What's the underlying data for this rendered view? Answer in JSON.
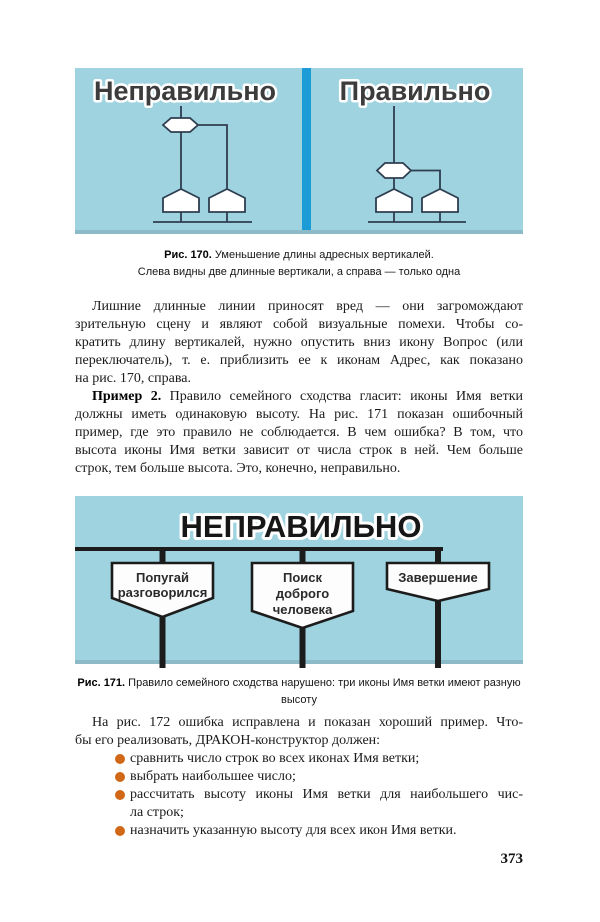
{
  "colors": {
    "panel_cyan": "#9ed3df",
    "divider_blue": "#1b9cd6",
    "strip": "#8cbac7",
    "fig170_line": "#2e3e50",
    "fig170_label": "#3c3c3c",
    "fig171_line": "#1c1c1c",
    "icon_text": "#2b2b2b",
    "bullet_orange": "#d06818",
    "body_text": "#1a1a1a"
  },
  "fig170": {
    "left_label": "Неправильно",
    "right_label": "Правильно",
    "caption_bold": "Рис. 170.",
    "caption_rest": " Уменьшение длины адресных вертикалей.",
    "caption_line2": "Слева видны две длинные вертикали, а справа — только одна"
  },
  "fig171": {
    "title": "НЕПРАВИЛЬНО",
    "branch1_line1": "Попугай",
    "branch1_line2": "разговорился",
    "branch2_line1": "Поиск",
    "branch2_line2": "доброго",
    "branch2_line3": "человека",
    "branch3_line1": "Завершение",
    "caption_bold": "Рис. 171.",
    "caption_rest": " Правило семейного сходства нарушено: три иконы Имя ветки имеют разную высоту"
  },
  "body": {
    "p1": [
      "Лишние длинные линии приносят вред — они загромождают",
      "зрительную сцену и являют собой визуальные помехи. Чтобы со-",
      "кратить длину вертикалей, нужно опустить вниз икону Вопрос (или",
      "переключатель), т. е. приблизить ее к иконам Адрес, как показано",
      "на рис. 170, справа."
    ],
    "p2_bold": "Пример 2.",
    "p2_line1_rest": " Правило семейного сходства гласит: иконы Имя ветки",
    "p2": [
      "должны иметь одинаковую высоту. На рис. 171 показан ошибочный",
      "пример, где это правило не соблюдается. В чем ошибка? В том, что",
      "высота иконы Имя ветки зависит от числа строк в ней. Чем больше",
      "строк, тем больше высота. Это, конечно, неправильно."
    ],
    "p3": [
      "На рис. 172 ошибка исправлена и показан хороший пример. Что-",
      "бы его реализовать, ДРАКОН-конструктор должен:"
    ],
    "bullet1": "сравнить число строк во всех иконах Имя ветки;",
    "bullet2": "выбрать наибольшее число;",
    "bullet3_line1": "рассчитать высоту иконы Имя ветки для наибольшего чис-",
    "bullet3_line2": "ла строк;",
    "bullet4": "назначить указанную высоту для всех икон Имя ветки."
  },
  "page": {
    "number": "373"
  }
}
